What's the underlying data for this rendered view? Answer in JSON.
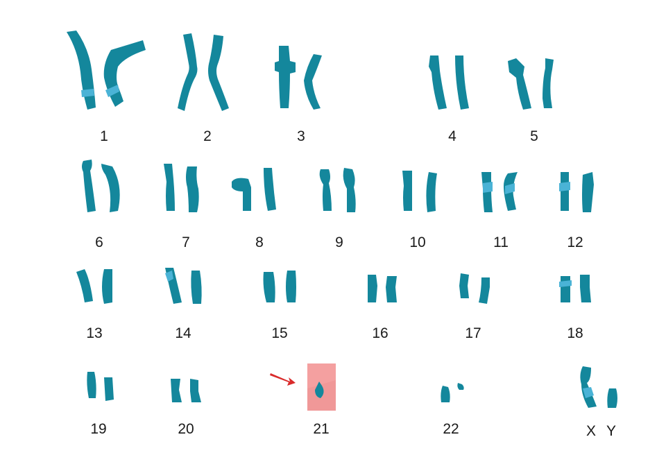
{
  "colors": {
    "chromosome": "#14879c",
    "chromosome_dark": "#0f6e80",
    "band": "#4ab3d6",
    "highlight_box": "#f4a0a0",
    "arrow": "#d92b2b",
    "label": "#1a1a1a",
    "background": "#ffffff"
  },
  "labels": {
    "chr1": "1",
    "chr2": "2",
    "chr3": "3",
    "chr4": "4",
    "chr5": "5",
    "chr6": "6",
    "chr7": "7",
    "chr8": "8",
    "chr9": "9",
    "chr10": "10",
    "chr11": "11",
    "chr12": "12",
    "chr13": "13",
    "chr14": "14",
    "chr15": "15",
    "chr16": "16",
    "chr17": "17",
    "chr18": "18",
    "chr19": "19",
    "chr20": "20",
    "chr21": "21",
    "chr22": "22",
    "chrX": "X",
    "chrY": "Y"
  },
  "highlight": {
    "chromosome": "21",
    "copies_shown": 1,
    "pointer_icon": "arrow-icon"
  }
}
